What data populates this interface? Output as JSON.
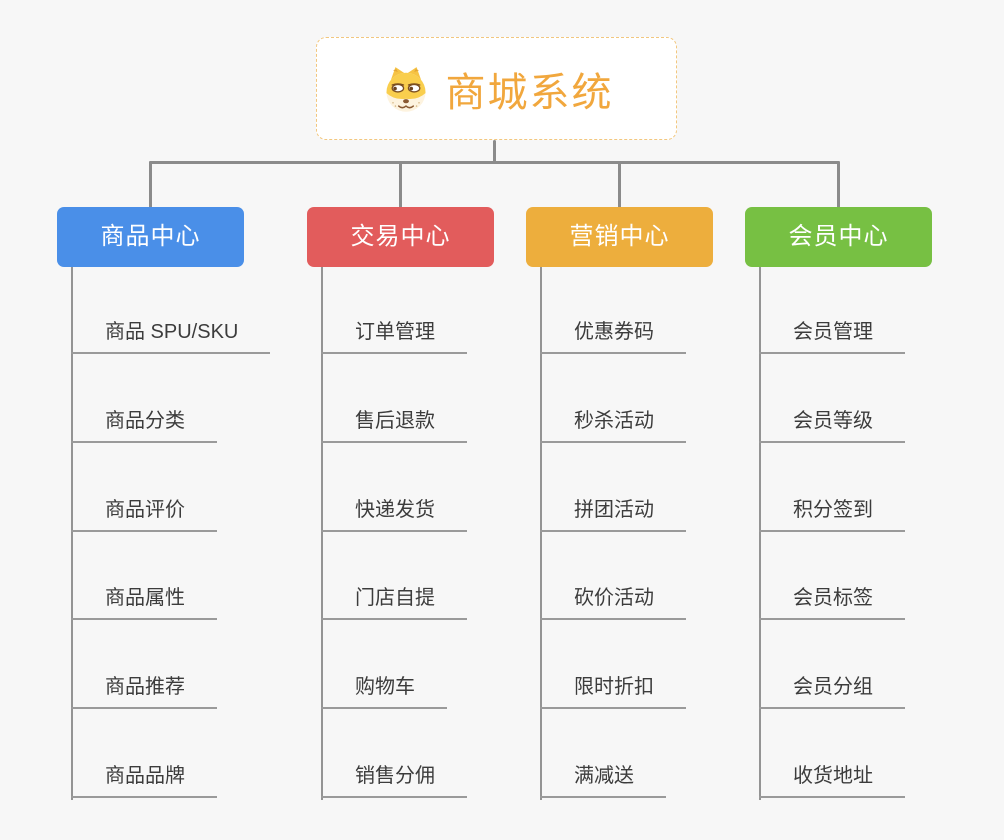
{
  "root": {
    "title": "商城系统",
    "accent_color": "#f1a73d",
    "icon": "doge-icon"
  },
  "colors": {
    "background": "#f7f7f7",
    "connector": "#8b8b8b",
    "underline": "#9a9a9a",
    "item_text": "#3c3c3c"
  },
  "branches": [
    {
      "label": "商品中心",
      "color": "#4a8fe8",
      "items": [
        "商品 SPU/SKU",
        "商品分类",
        "商品评价",
        "商品属性",
        "商品推荐",
        "商品品牌"
      ]
    },
    {
      "label": "交易中心",
      "color": "#e25c5c",
      "items": [
        "订单管理",
        "售后退款",
        "快递发货",
        "门店自提",
        "购物车",
        "销售分佣"
      ]
    },
    {
      "label": "营销中心",
      "color": "#edae3d",
      "items": [
        "优惠券码",
        "秒杀活动",
        "拼团活动",
        "砍价活动",
        "限时折扣",
        "满减送"
      ]
    },
    {
      "label": "会员中心",
      "color": "#77c043",
      "items": [
        "会员管理",
        "会员等级",
        "积分签到",
        "会员标签",
        "会员分组",
        "收货地址"
      ]
    }
  ]
}
